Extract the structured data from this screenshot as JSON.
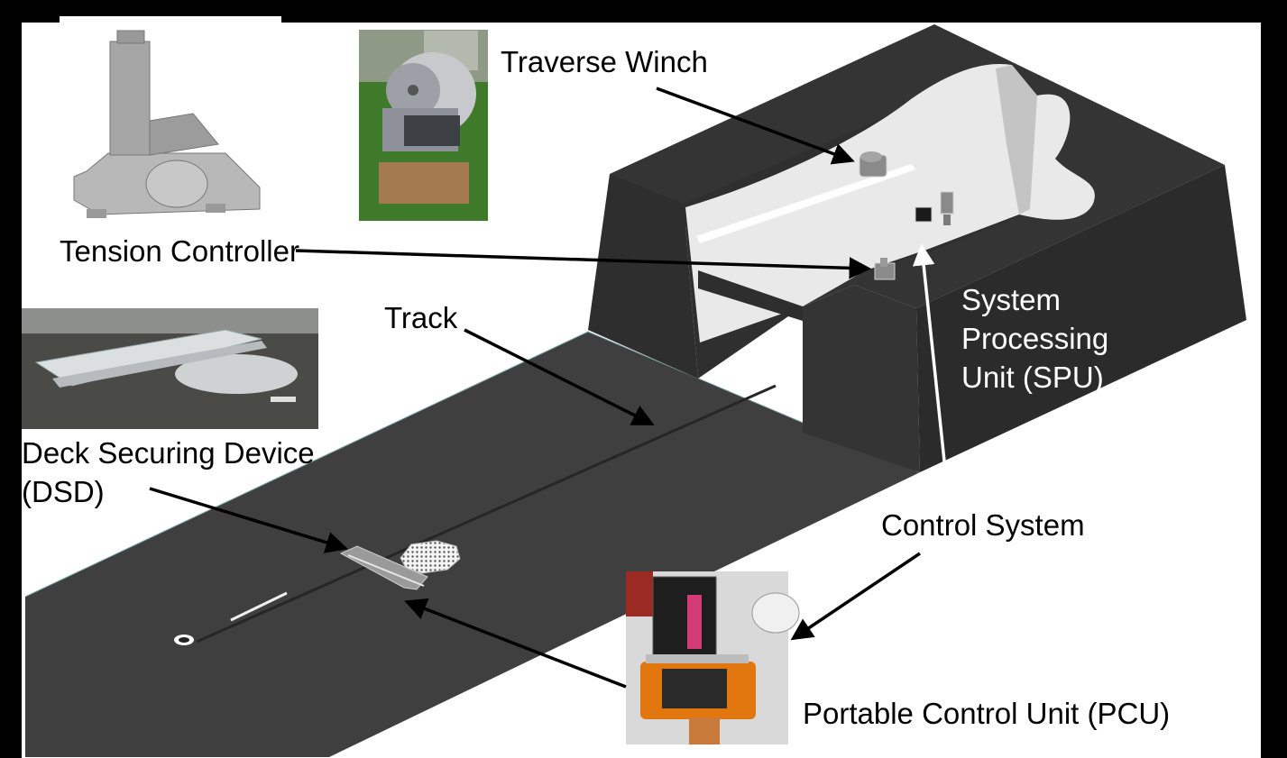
{
  "labels": {
    "traverse_winch": "Traverse Winch",
    "tension_controller": "Tension Controller",
    "track": "Track",
    "spu": [
      "System",
      "Processing",
      "Unit (SPU)"
    ],
    "dsd": [
      "Deck Securing Device",
      "(DSD)"
    ],
    "control_system": "Control System",
    "pcu": "Portable Control Unit (PCU)"
  },
  "colors": {
    "background": "#ffffff",
    "frame": "#000000",
    "hull": "#343434",
    "deck": "#3f3f3f",
    "hangar_floor": "#e9e9e9",
    "arrow": "#000000",
    "spu_arrow": "#ffffff"
  }
}
